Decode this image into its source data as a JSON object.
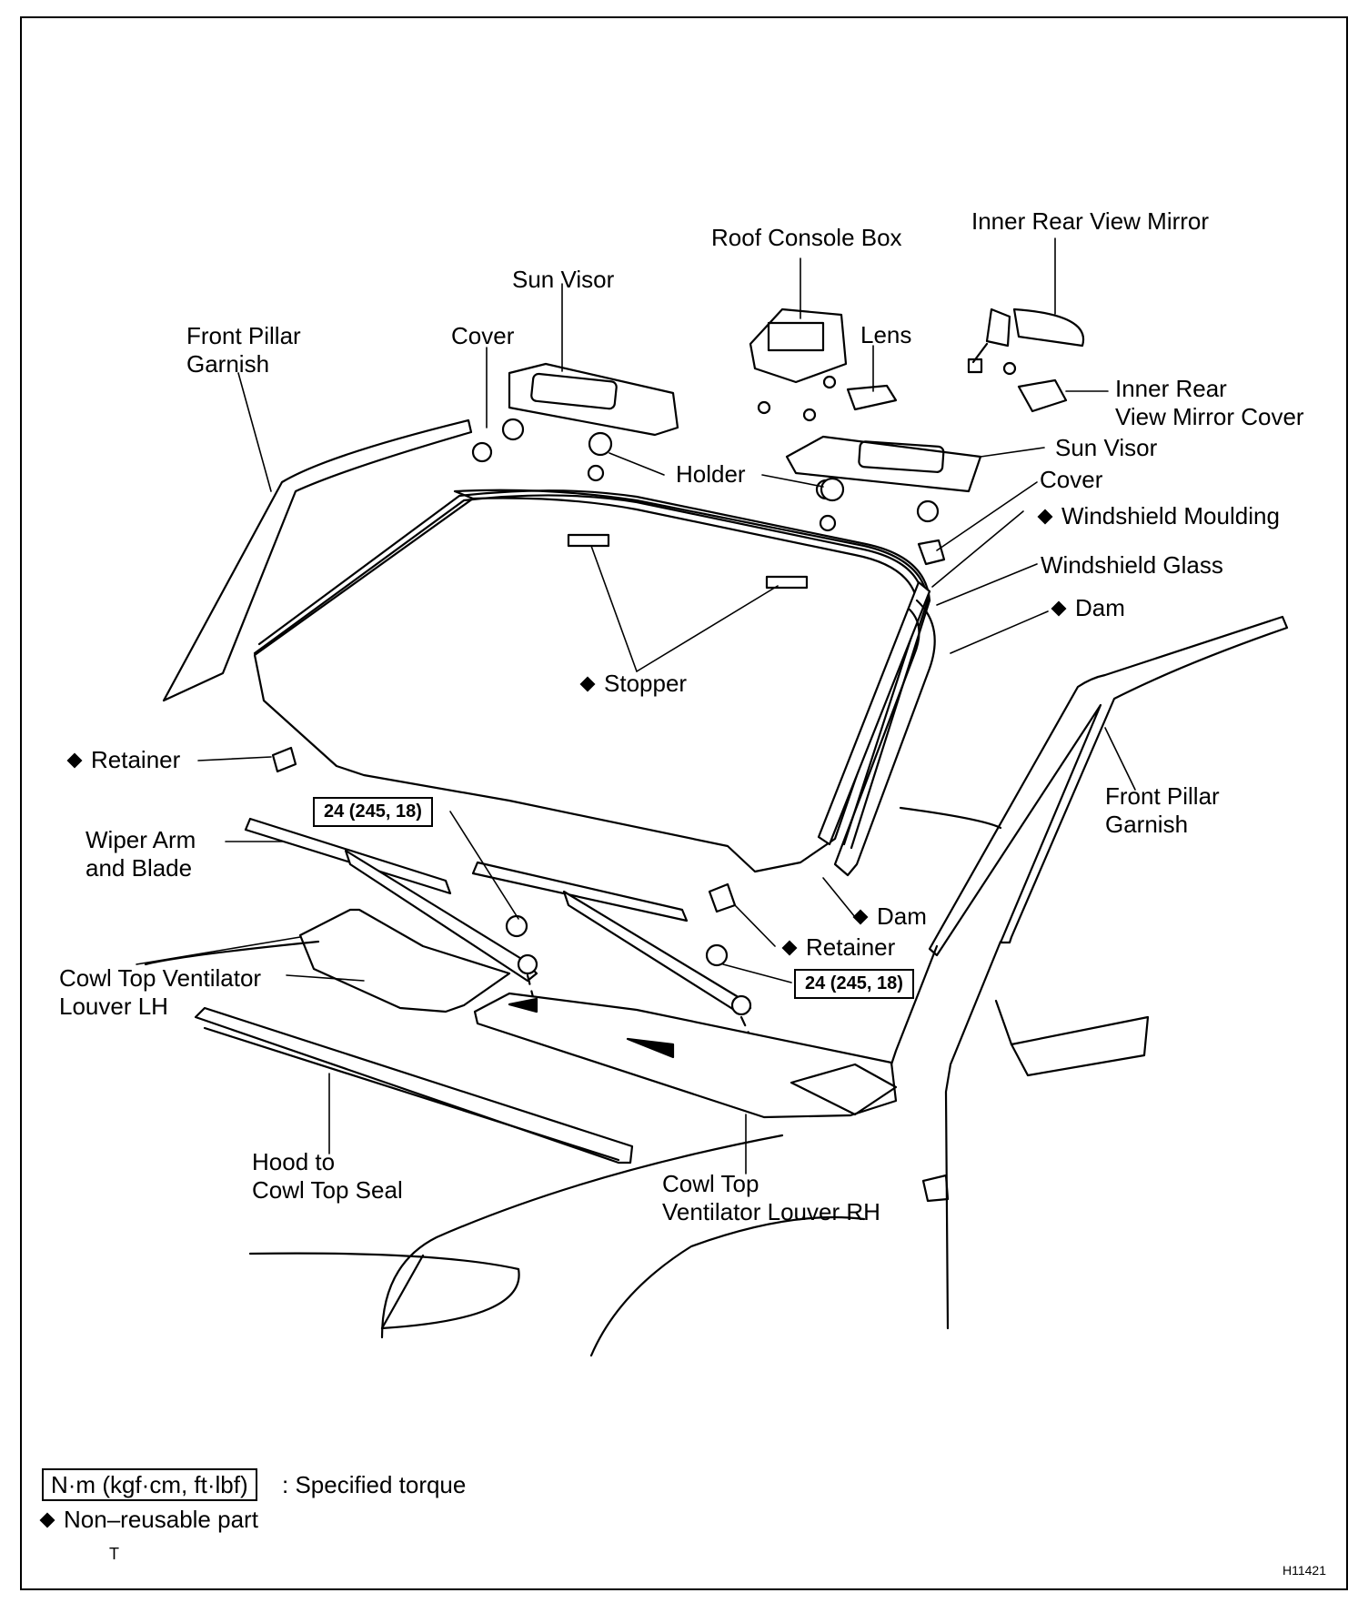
{
  "labels": {
    "inner_rear_view_mirror": "Inner Rear View Mirror",
    "roof_console_box": "Roof Console Box",
    "sun_visor_left": "Sun Visor",
    "front_pillar_garnish_left": "Front Pillar\nGarnish",
    "cover_left": "Cover",
    "lens": "Lens",
    "inner_rear_view_mirror_cover": "Inner Rear\nView Mirror Cover",
    "sun_visor_right": "Sun Visor",
    "holder": "Holder",
    "cover_right": "Cover",
    "windshield_moulding": "Windshield Moulding",
    "windshield_glass": "Windshield Glass",
    "dam_upper": "Dam",
    "stopper": "Stopper",
    "retainer_left": "Retainer",
    "front_pillar_garnish_right": "Front Pillar\nGarnish",
    "wiper_arm_and_blade": "Wiper Arm\nand Blade",
    "dam_lower": "Dam",
    "retainer_right": "Retainer",
    "cowl_top_ventilator_louver_lh": "Cowl Top Ventilator\nLouver LH",
    "hood_to_cowl_top_seal": "Hood to\nCowl Top Seal",
    "cowl_top_ventilator_louver_rh": "Cowl Top\nVentilator Louver RH"
  },
  "torque": {
    "upper": "24 (245, 18)",
    "lower": "24 (245, 18)"
  },
  "legend": {
    "torque_unit": "N·m (kgf·cm, ft·lbf)",
    "torque_desc": ": Specified torque",
    "nonreusable_desc": "Non–reusable part",
    "mark": "T"
  },
  "figure_code": "H11421"
}
